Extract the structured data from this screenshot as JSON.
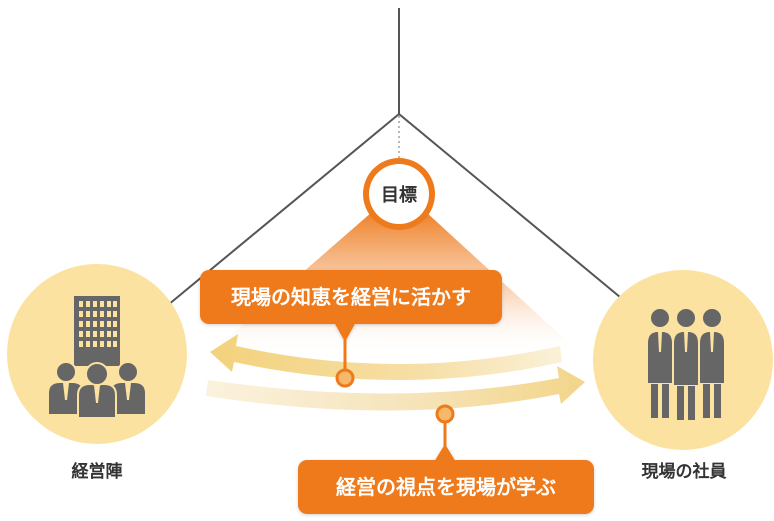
{
  "goal_label": "目標",
  "left_actor": {
    "label": "経営陣",
    "icon": "office-building-with-executives-icon"
  },
  "right_actor": {
    "label": "現場の社員",
    "icon": "employees-group-icon"
  },
  "callout_top": "現場の知恵を経営に活かす",
  "callout_bottom": "経営の視点を現場が学ぶ",
  "colors": {
    "accent": "#ee7a1c",
    "circle_fill": "#fbe2a0",
    "icon_gray": "#666666",
    "line": "#555555",
    "arrow_upper": "#f6dda0",
    "arrow_lower": "#f7e9c8",
    "text_dark": "#333333"
  }
}
